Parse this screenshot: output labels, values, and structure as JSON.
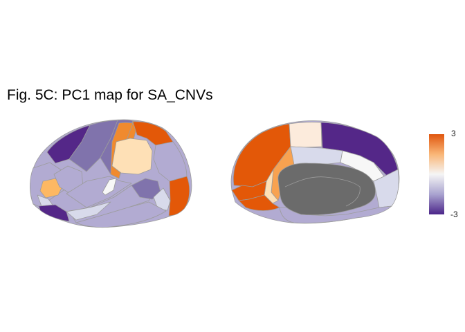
{
  "title": "Fig. 5C: PC1 map for SA_CNVs",
  "legend": {
    "max_label": "3",
    "min_label": "-3",
    "colors": [
      "#4b2589",
      "#a9a3cf",
      "#f5f5f5",
      "#f9b677",
      "#e0560e"
    ]
  },
  "palette": {
    "dark_purple": "#542788",
    "mid_purple": "#8073ac",
    "light_purple": "#b2abd2",
    "pale_purple": "#d8daeb",
    "white": "#f7f7f7",
    "pale_orange": "#fee0b6",
    "light_orange": "#fdb863",
    "orange": "#e08214",
    "dark_orange": "#e35808",
    "medial_wall": "#6b6b6b"
  }
}
